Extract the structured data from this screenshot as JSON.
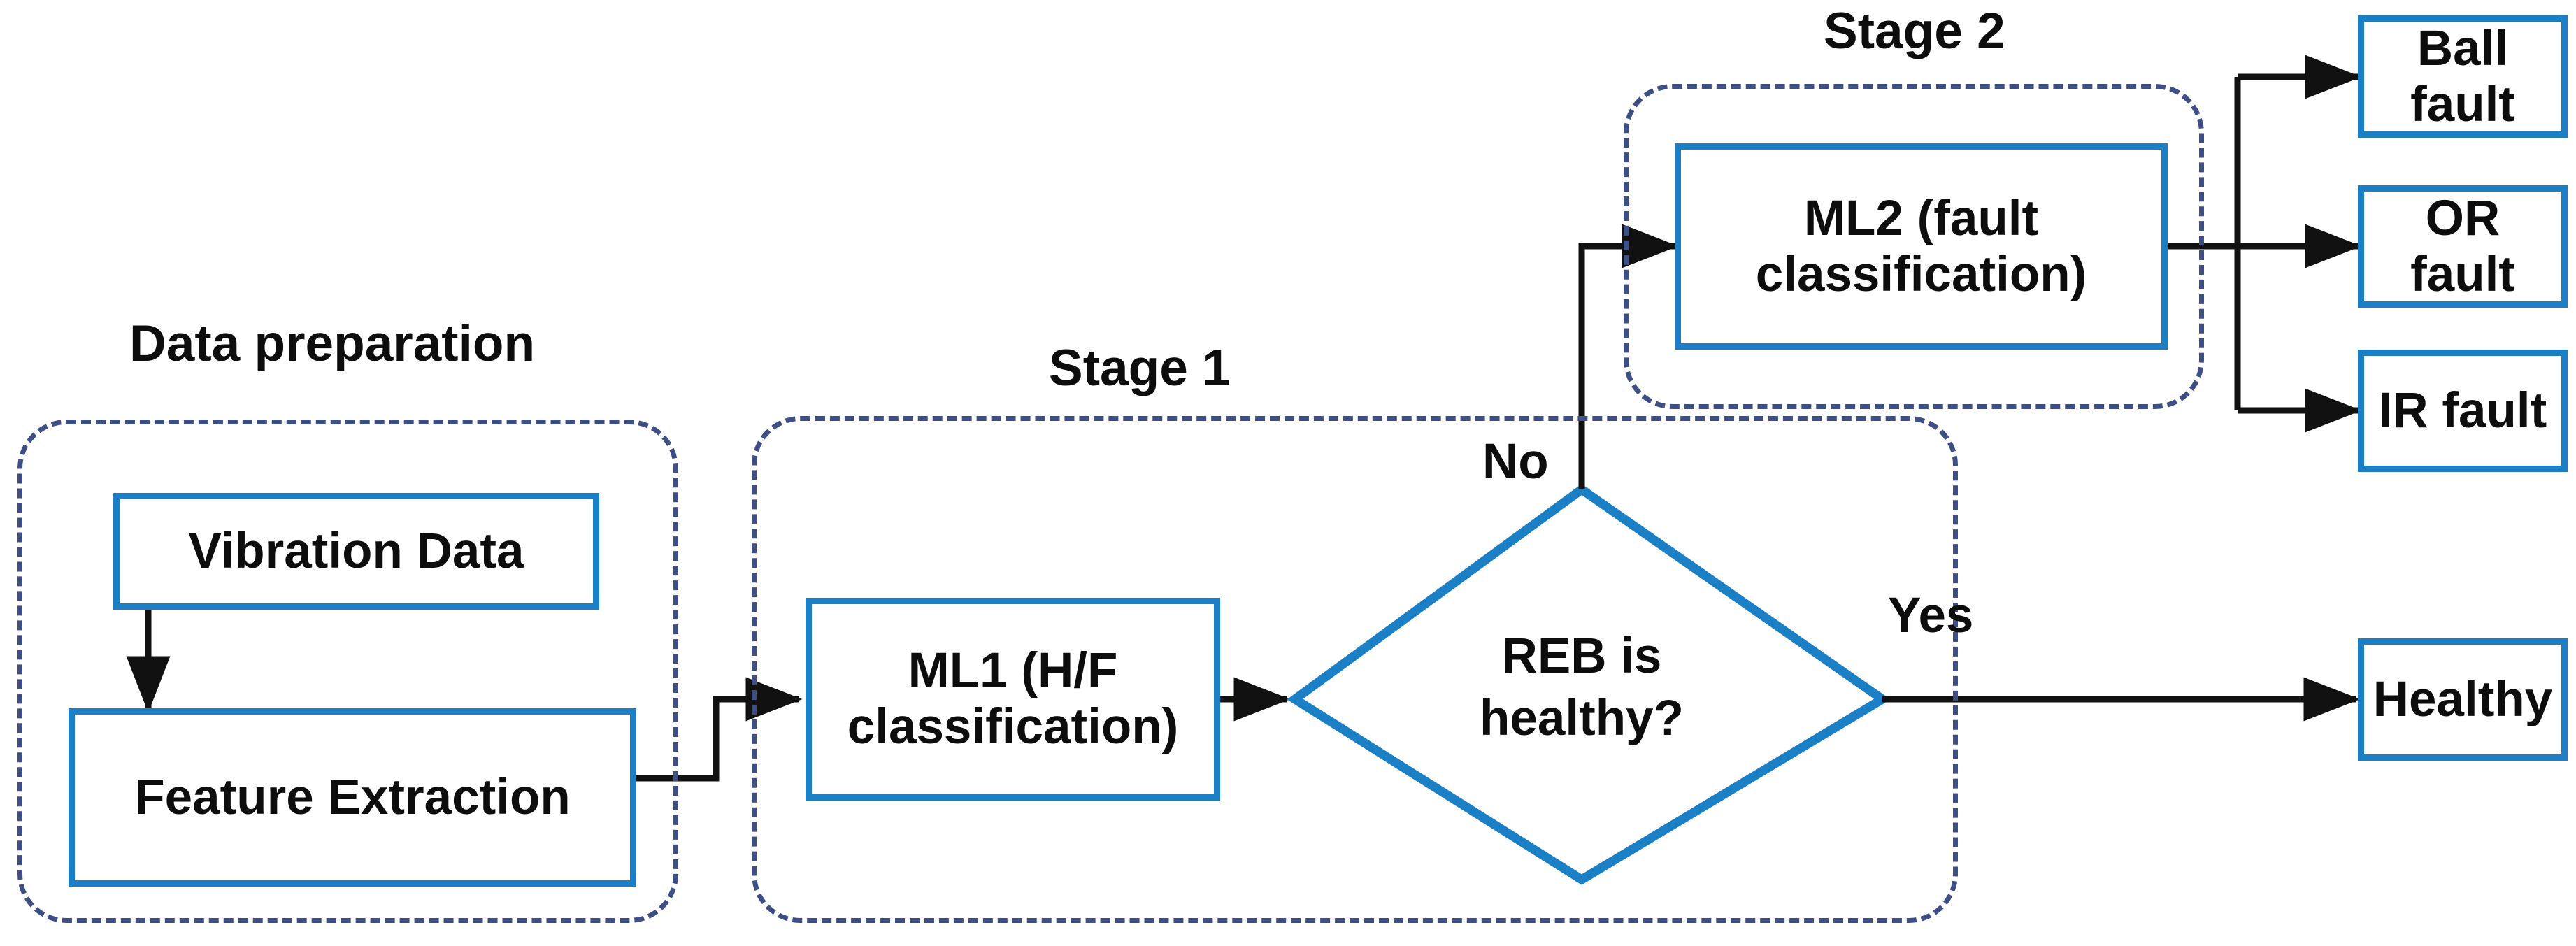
{
  "diagram": {
    "title": "Two-stage REB fault diagnosis flowchart",
    "colors": {
      "box_border": "#1b7fc6",
      "group_border": "#3d4f84",
      "arrow": "#111111",
      "text": "#0d0d0d",
      "background": "#ffffff"
    }
  },
  "groups": [
    {
      "id": "data-preparation",
      "title": "Data preparation"
    },
    {
      "id": "stage-1",
      "title": "Stage 1"
    },
    {
      "id": "stage-2",
      "title": "Stage 2"
    }
  ],
  "nodes": {
    "vibration_data": "Vibration Data",
    "feature_extraction": "Feature Extraction",
    "ml1_line1": "ML1 (H/F",
    "ml1_line2": "classification)",
    "ml2_line1": "ML2 (fault",
    "ml2_line2": "classification)",
    "decision_line1": "REB is",
    "decision_line2": "healthy?",
    "ball_fault": "Ball fault",
    "or_fault": "OR fault",
    "ir_fault": "IR fault",
    "healthy": "Healthy"
  },
  "edge_labels": {
    "no": "No",
    "yes": "Yes"
  },
  "flow": [
    {
      "from": "vibration_data",
      "to": "feature_extraction",
      "label": ""
    },
    {
      "from": "feature_extraction",
      "to": "ml1",
      "label": ""
    },
    {
      "from": "ml1",
      "to": "decision",
      "label": ""
    },
    {
      "from": "decision",
      "to": "ml2",
      "label": "No"
    },
    {
      "from": "decision",
      "to": "healthy",
      "label": "Yes"
    },
    {
      "from": "ml2",
      "to": "ball_fault",
      "label": ""
    },
    {
      "from": "ml2",
      "to": "or_fault",
      "label": ""
    },
    {
      "from": "ml2",
      "to": "ir_fault",
      "label": ""
    }
  ]
}
